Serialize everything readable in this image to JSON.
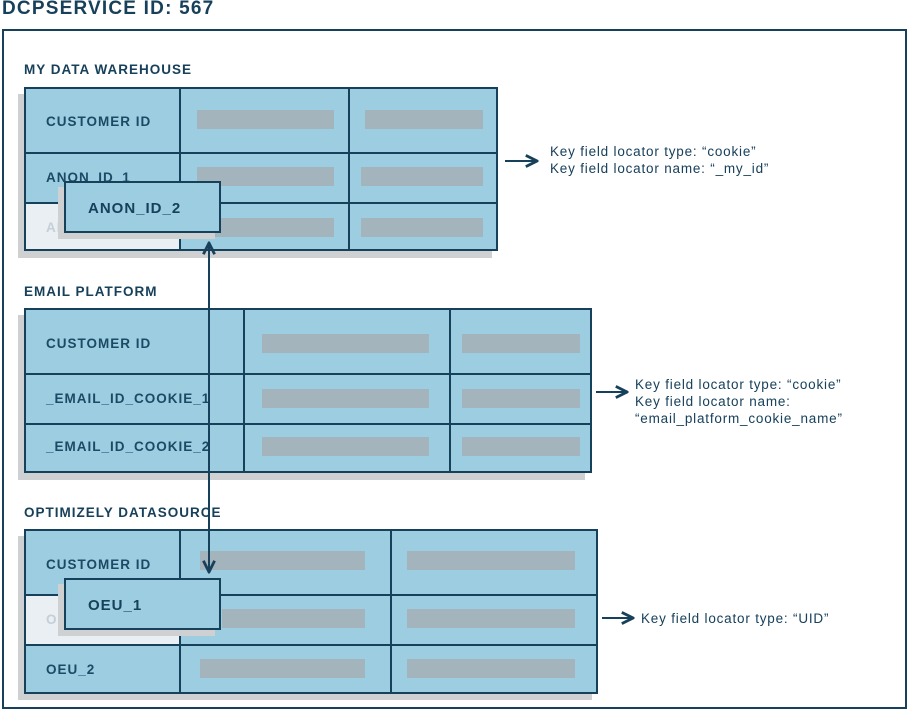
{
  "title": "DCPSERVICE ID: 567",
  "sections": [
    {
      "title": "MY DATA WAREHOUSE",
      "rows": [
        "CUSTOMER ID",
        "ANON_ID_1",
        "AN"
      ],
      "overlay_label": "ANON_ID_2",
      "note_lines": [
        "Key field locator type: “cookie”",
        "Key field locator name: “_my_id”"
      ]
    },
    {
      "title": "EMAIL PLATFORM",
      "rows": [
        "CUSTOMER ID",
        "_EMAIL_ID_COOKIE_1",
        "_EMAIL_ID_COOKIE_2"
      ],
      "note_lines": [
        "Key field locator type: “cookie”",
        "Key field locator name:",
        "“email_platform_cookie_name”"
      ]
    },
    {
      "title": "OPTIMIZELY DATASOURCE",
      "rows": [
        "CUSTOMER ID",
        "OE",
        "OEU_2"
      ],
      "overlay_label": "OEU_1",
      "note_lines": [
        "Key field locator type: “UID”"
      ]
    }
  ],
  "colors": {
    "navy": "#17405b",
    "cell": "#9dcde0",
    "placeholder_bar": "#a4b4bd",
    "shadow": "#cfd0d2"
  }
}
